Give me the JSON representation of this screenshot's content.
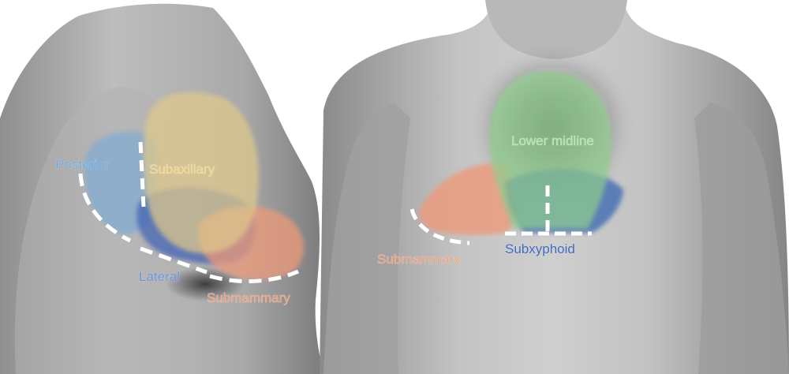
{
  "figure": {
    "panel_left": {
      "labels": {
        "posterior": "Posterior",
        "subaxillary": "Subaxillary",
        "lateral": "Lateral",
        "submammary": "Submammary"
      }
    },
    "panel_right": {
      "labels": {
        "lower_midline": "Lower midline",
        "submammary": "Submammary",
        "subxyphoid": "Subxyphoid"
      }
    }
  },
  "colors": {
    "posterior": "#6fa8dc",
    "subaxillary": "#e0c98a",
    "lateral": "#3d5fb3",
    "submammary": "#ee9a7a",
    "lower_midline": "#8fcf8c",
    "subxyphoid": "#2f5fb0",
    "incision": "#ffffff"
  }
}
